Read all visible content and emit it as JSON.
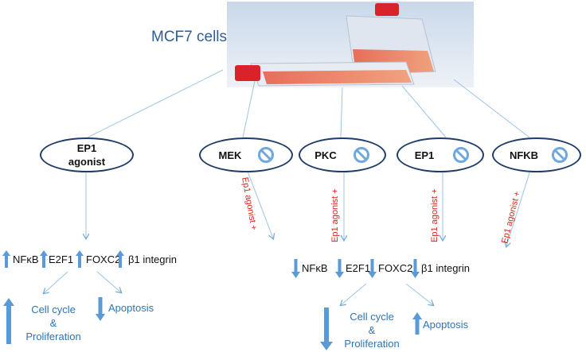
{
  "header": {
    "title": "MCF7 cells"
  },
  "nodes": {
    "ep1_agonist": "EP1\nagonist",
    "mek": "MEK",
    "pkc": "PKC",
    "ep1": "EP1",
    "nfkb": "NFKB"
  },
  "rotated_labels": {
    "mek": "Ep1 agonist +",
    "pkc": "Ep1 agonist +",
    "ep1": "Ep1 agonist +",
    "nfkb": "Ep1 agonist +"
  },
  "left_panel": {
    "markers": [
      "NFκB",
      "E2F1",
      "FOXC2",
      "β1 integrin"
    ],
    "marker_direction": "up",
    "outcome_1": "Cell cycle\n&\nProliferation",
    "outcome_1_direction": "up",
    "outcome_2": "Apoptosis",
    "outcome_2_direction": "down"
  },
  "right_panel": {
    "markers": [
      "NFκB",
      "E2F1",
      "FOXC2",
      "β1 integrin"
    ],
    "marker_direction": "down",
    "outcome_1": "Cell cycle\n&\nProliferation",
    "outcome_1_direction": "down",
    "outcome_2": "Apoptosis",
    "outcome_2_direction": "up"
  },
  "colors": {
    "node_border": "#1f3d68",
    "block_icon": "#6fa8dc",
    "arrow_fill": "#5b9bd5",
    "connector": "#9dc3e6",
    "outcome_text": "#2e75b6",
    "agonist_text": "#d9251c",
    "title_text": "#2f5d95"
  },
  "icons": {
    "block": "no-entry-icon",
    "up": "up-arrow-icon",
    "down": "down-arrow-icon"
  }
}
